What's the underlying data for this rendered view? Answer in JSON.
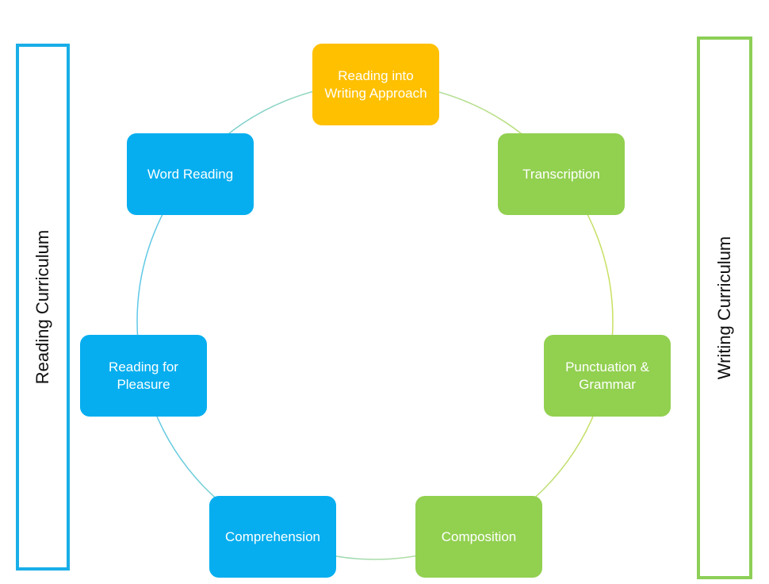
{
  "panels": {
    "reading": {
      "label": "Reading Curriculum",
      "border_color": "#19aee8"
    },
    "writing": {
      "label": "Writing Curriculum",
      "border_color": "#8ccf56"
    }
  },
  "nodes": {
    "approach": {
      "label": "Reading into Writing Approach",
      "color": "#ffc000"
    },
    "transcription": {
      "label": "Transcription",
      "color": "#92d050"
    },
    "punctuation": {
      "label": "Punctuation & Grammar",
      "color": "#92d050"
    },
    "composition": {
      "label": "Composition",
      "color": "#92d050"
    },
    "comprehension": {
      "label": "Comprehension",
      "color": "#06aeef"
    },
    "pleasure": {
      "label": "Reading for Pleasure",
      "color": "#06aeef"
    },
    "word_reading": {
      "label": "Word Reading",
      "color": "#06aeef"
    }
  },
  "colors": {
    "reading": "#06aeef",
    "writing": "#92d050",
    "approach": "#ffc000"
  }
}
